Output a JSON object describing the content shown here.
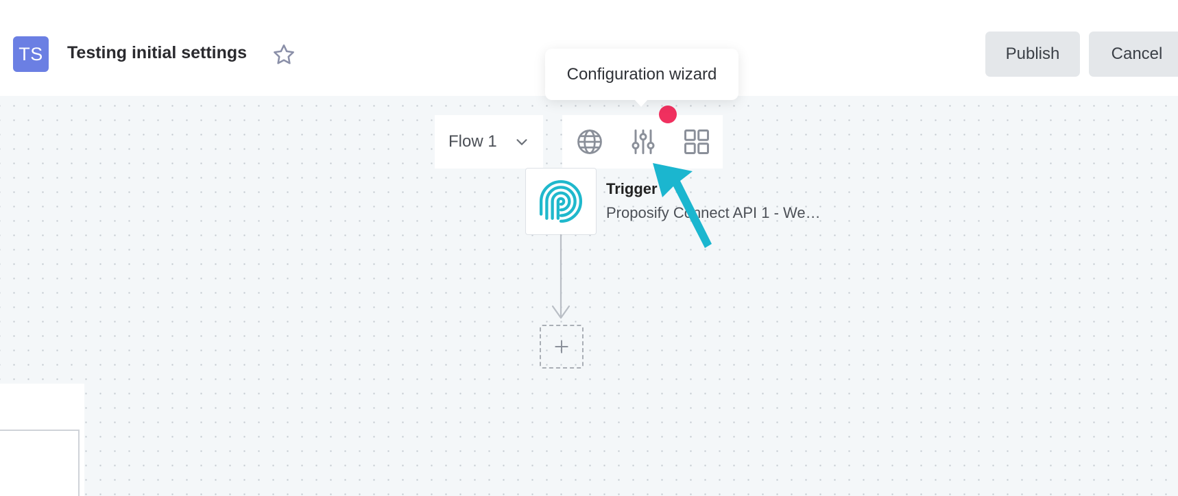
{
  "header": {
    "avatar_initials": "TS",
    "project_title": "Testing initial settings",
    "publish_label": "Publish",
    "cancel_label": "Cancel"
  },
  "toolbar": {
    "flow_selected": "Flow 1",
    "icons": [
      "globe-icon",
      "sliders-icon",
      "grid-icon"
    ]
  },
  "tooltip": {
    "text": "Configuration wizard"
  },
  "trigger": {
    "title": "Trigger",
    "subtitle": "Proposify Connect API 1 - We…"
  },
  "colors": {
    "avatar": "#6b7fe3",
    "notification": "#f0305f",
    "accent_arrow": "#1bb6cf",
    "trigger_logo": "#1fb8cc"
  }
}
